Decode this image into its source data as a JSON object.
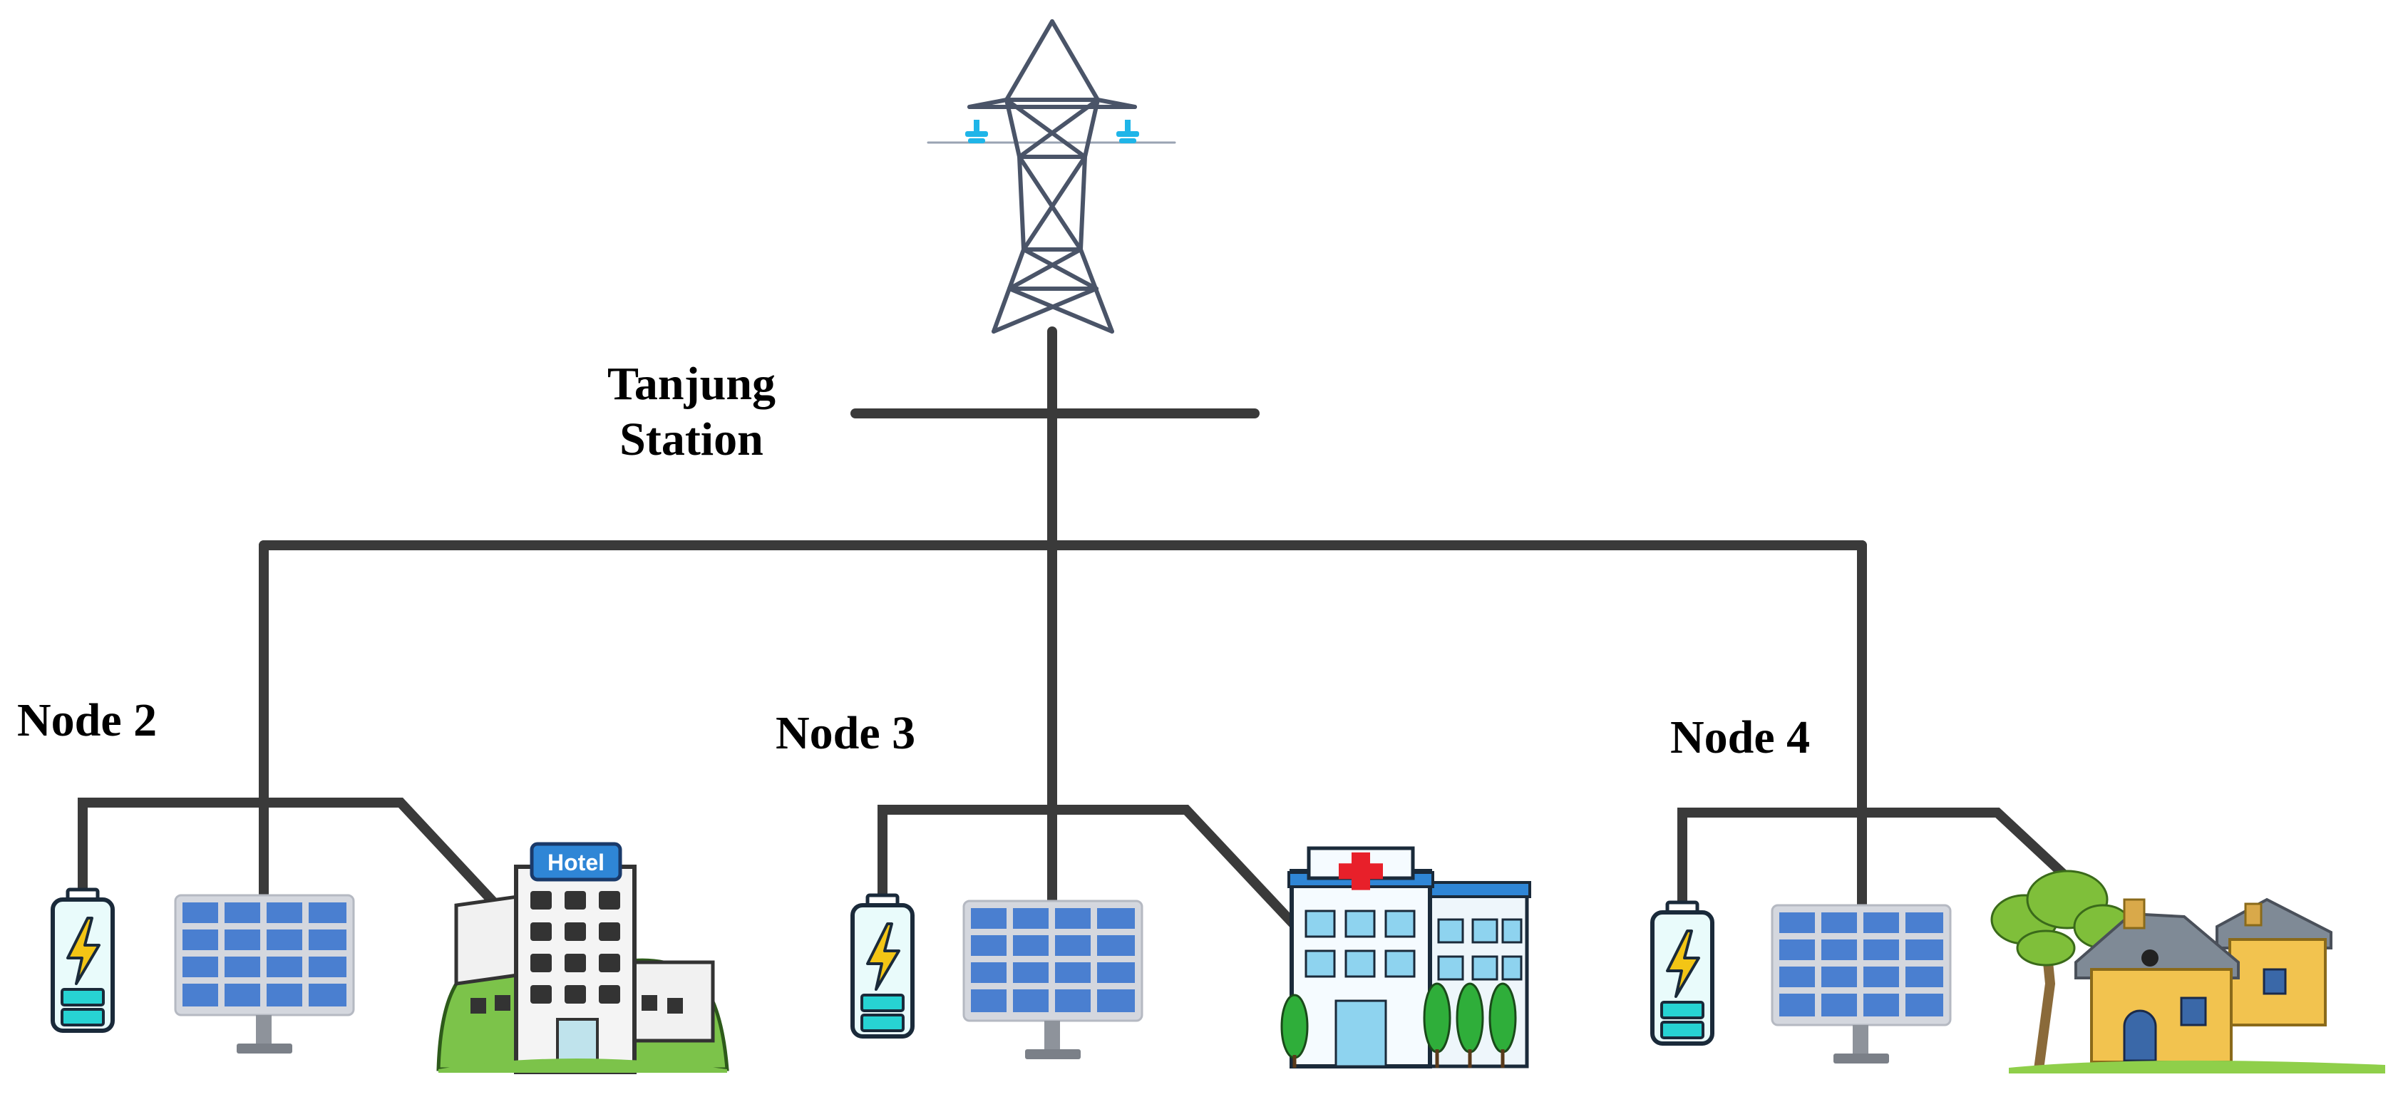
{
  "station": {
    "name_line1": "Tanjung",
    "name_line2": "Station"
  },
  "nodes": [
    {
      "label": "Node 2",
      "load": "hotel",
      "sign": "Hotel"
    },
    {
      "label": "Node 3",
      "load": "hospital"
    },
    {
      "label": "Node 4",
      "load": "houses"
    }
  ],
  "colors": {
    "line": "#3a3a3a",
    "tower": "#4a5468",
    "insulator": "#1fb5e8",
    "panel": "#4a7fd0",
    "panel_frame": "#c9ccd4",
    "battery_fill": "#27d3d3",
    "battery_bolt": "#f3c515",
    "hospital_cross": "#e8202a",
    "hotel_sign": "#2f86d6",
    "house_wall": "#f2c34f",
    "roof": "#7f8a96",
    "tree": "#6fbf3a"
  },
  "icons": [
    "transmission-tower-icon",
    "battery-icon",
    "solar-panel-icon",
    "hotel-icon",
    "hospital-icon",
    "houses-icon"
  ]
}
